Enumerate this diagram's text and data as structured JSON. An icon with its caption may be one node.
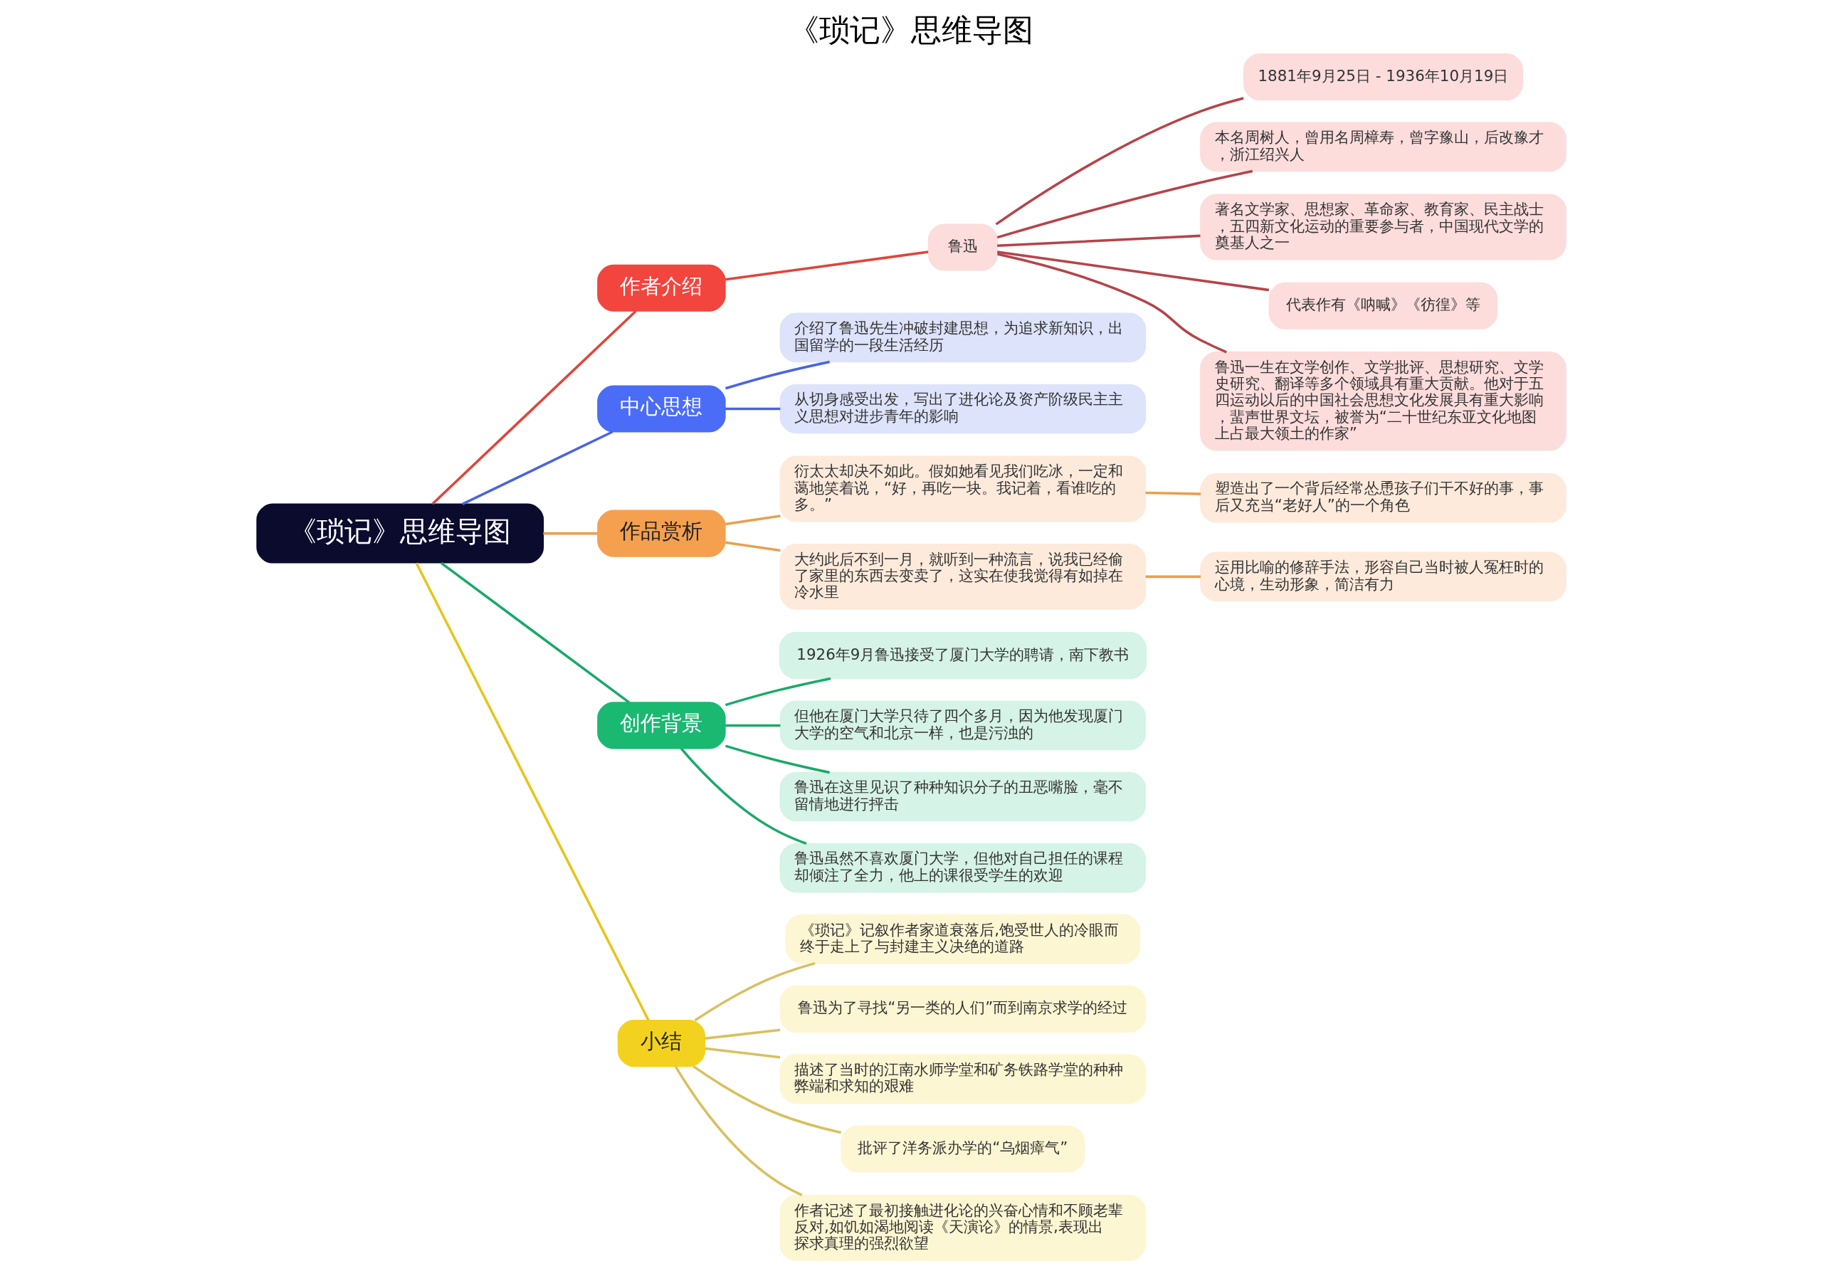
{
  "diagram": {
    "title": "《琐记》思维导图",
    "nodes": [
      {
        "text": [
          "《琐记》思维导图"
        ]
      },
      {
        "text": [
          "作者介绍"
        ]
      },
      {
        "text": [
          "鲁迅"
        ]
      },
      {
        "text": [
          "1881年9月25日 - 1936年10月19日"
        ]
      },
      {
        "text": [
          "本名周树人，曾用名周樟寿，曾字豫山，后改豫才，浙江绍兴人"
        ]
      },
      {
        "text": [
          "著名文学家、思想家、革命家、教育家、民主战士，五四新文化运动的重要参与者，中国现代文学的奠基人之一"
        ]
      },
      {
        "text": [
          "代表作有《呐喊》《彷徨》等"
        ]
      },
      {
        "text": [
          "鲁迅一生在文学创作、文学批评、思想研究、文学史研究、翻译等多个领域具有重大贡献。他对于五四运动以后的中国社会思想文化发展具有重大影响，蜚声世界文坛，被誉为“二十世纪东亚文化地图上占最大领土的作家”"
        ]
      },
      {
        "text": [
          "中心思想"
        ]
      },
      {
        "text": [
          "介绍了鲁迅先生冲破封建思想，为追求新知识，出国留学的一段生活经历"
        ]
      },
      {
        "text": [
          "从切身感受出发，写出了进化论及资产阶级民主主义思想对进步青年的影响"
        ]
      },
      {
        "text": [
          "作品赏析"
        ]
      },
      {
        "text": [
          "衍太太却决不如此。假如她看见我们吃冰，一定和蔼地笑着说，“好，再吃一块。我记着，看谁吃的多。”"
        ]
      },
      {
        "text": [
          "塑造出了一个背后经常怂恿孩子们干不好的事，事后又充当“老好人”的一个角色"
        ]
      },
      {
        "text": [
          "大约此后不到一月，就听到一种流言，说我已经偷了家里的东西去变卖了，这实在使我觉得有如掉在冷水里"
        ]
      },
      {
        "text": [
          "运用比喻的修辞手法，形容自己当时被人冤枉时的心境，生动形象，简洁有力"
        ]
      },
      {
        "text": [
          "创作背景"
        ]
      },
      {
        "text": [
          "1926年9月鲁迅接受了厦门大学的聘请，南下教书"
        ]
      },
      {
        "text": [
          "但他在厦门大学只待了四个多月，因为他发现厦门大学的空气和北京一样，也是污浊的"
        ]
      },
      {
        "text": [
          "鲁迅在这里见识了种种知识分子的丑恶嘴脸，毫不留情地进行抨击"
        ]
      },
      {
        "text": [
          "鲁迅虽然不喜欢厦门大学，但他对自己担任的课程却倾注了全力，他上的课很受学生的欢迎"
        ]
      },
      {
        "text": [
          "小结"
        ]
      },
      {
        "text": [
          "《琐记》记叙作者家道衰落后,饱受世人的冷眼而终于走上了与封建主义决绝的道路"
        ]
      },
      {
        "text": [
          "鲁迅为了寻找“另一类的人们”而到南京求学的经过"
        ]
      },
      {
        "text": [
          "描述了当时的江南水师学堂和矿务铁路学堂的种种弊端和求知的艰难"
        ]
      },
      {
        "text": [
          "批评了洋务派办学的“乌烟瘴气”"
        ]
      },
      {
        "text": [
          "作者记述了最初接触进化论的兴奋心情和不顾老辈反对,如饥如渴地阅读《天演论》的情景,表现出探求真理的强烈欲望"
        ]
      }
    ],
    "edges": [
      {
        "from": 0,
        "to": 1,
        "arrow": "none",
        "color": "#e0453a"
      },
      {
        "from": 1,
        "to": 2,
        "arrow": "none",
        "color": "#e0453a"
      },
      {
        "from": 2,
        "to": 3,
        "arrow": "none",
        "color": "#b5444a"
      },
      {
        "from": 2,
        "to": 4,
        "arrow": "none",
        "color": "#b5444a"
      },
      {
        "from": 2,
        "to": 5,
        "arrow": "none",
        "color": "#b5444a"
      },
      {
        "from": 2,
        "to": 6,
        "arrow": "none",
        "color": "#b5444a"
      },
      {
        "from": 2,
        "to": 7,
        "arrow": "none",
        "color": "#b5444a"
      },
      {
        "from": 0,
        "to": 8,
        "arrow": "none",
        "color": "#4a64e0"
      },
      {
        "from": 8,
        "to": 9,
        "arrow": "none",
        "color": "#4a64e0"
      },
      {
        "from": 8,
        "to": 10,
        "arrow": "none",
        "color": "#4a64e0"
      },
      {
        "from": 0,
        "to": 11,
        "arrow": "none",
        "color": "#e8a050"
      },
      {
        "from": 11,
        "to": 12,
        "arrow": "none",
        "color": "#e8a050"
      },
      {
        "from": 12,
        "to": 13,
        "arrow": "none",
        "color": "#e8a050"
      },
      {
        "from": 11,
        "to": 14,
        "arrow": "none",
        "color": "#e8a050"
      },
      {
        "from": 14,
        "to": 15,
        "arrow": "none",
        "color": "#e8a050"
      },
      {
        "from": 0,
        "to": 16,
        "arrow": "none",
        "color": "#1aa96a"
      },
      {
        "from": 16,
        "to": 17,
        "arrow": "none",
        "color": "#1aa96a"
      },
      {
        "from": 16,
        "to": 18,
        "arrow": "none",
        "color": "#1aa96a"
      },
      {
        "from": 16,
        "to": 19,
        "arrow": "none",
        "color": "#1aa96a"
      },
      {
        "from": 16,
        "to": 20,
        "arrow": "none",
        "color": "#1aa96a"
      },
      {
        "from": 0,
        "to": 21,
        "arrow": "none",
        "color": "#e6c51c"
      },
      {
        "from": 21,
        "to": 22,
        "arrow": "none",
        "color": "#d8c060"
      },
      {
        "from": 21,
        "to": 23,
        "arrow": "none",
        "color": "#d8c060"
      },
      {
        "from": 21,
        "to": 24,
        "arrow": "none",
        "color": "#d8c060"
      },
      {
        "from": 21,
        "to": 25,
        "arrow": "none",
        "color": "#d8c060"
      },
      {
        "from": 21,
        "to": 26,
        "arrow": "none",
        "color": "#d8c060"
      }
    ]
  }
}
